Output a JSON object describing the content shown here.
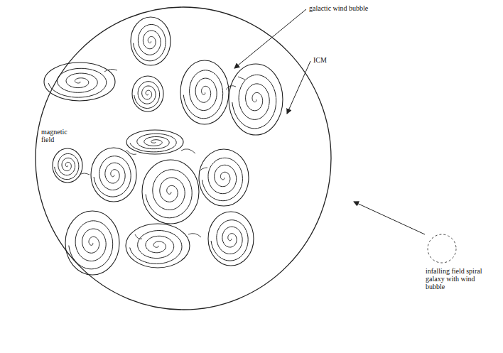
{
  "diagram": {
    "nodes": [
      {
        "text": [
          "infalling field spiral galaxy with wind bubble"
        ]
      }
    ],
    "labels": [
      "galactic wind bubble",
      "ICM",
      "magnetic field"
    ]
  }
}
